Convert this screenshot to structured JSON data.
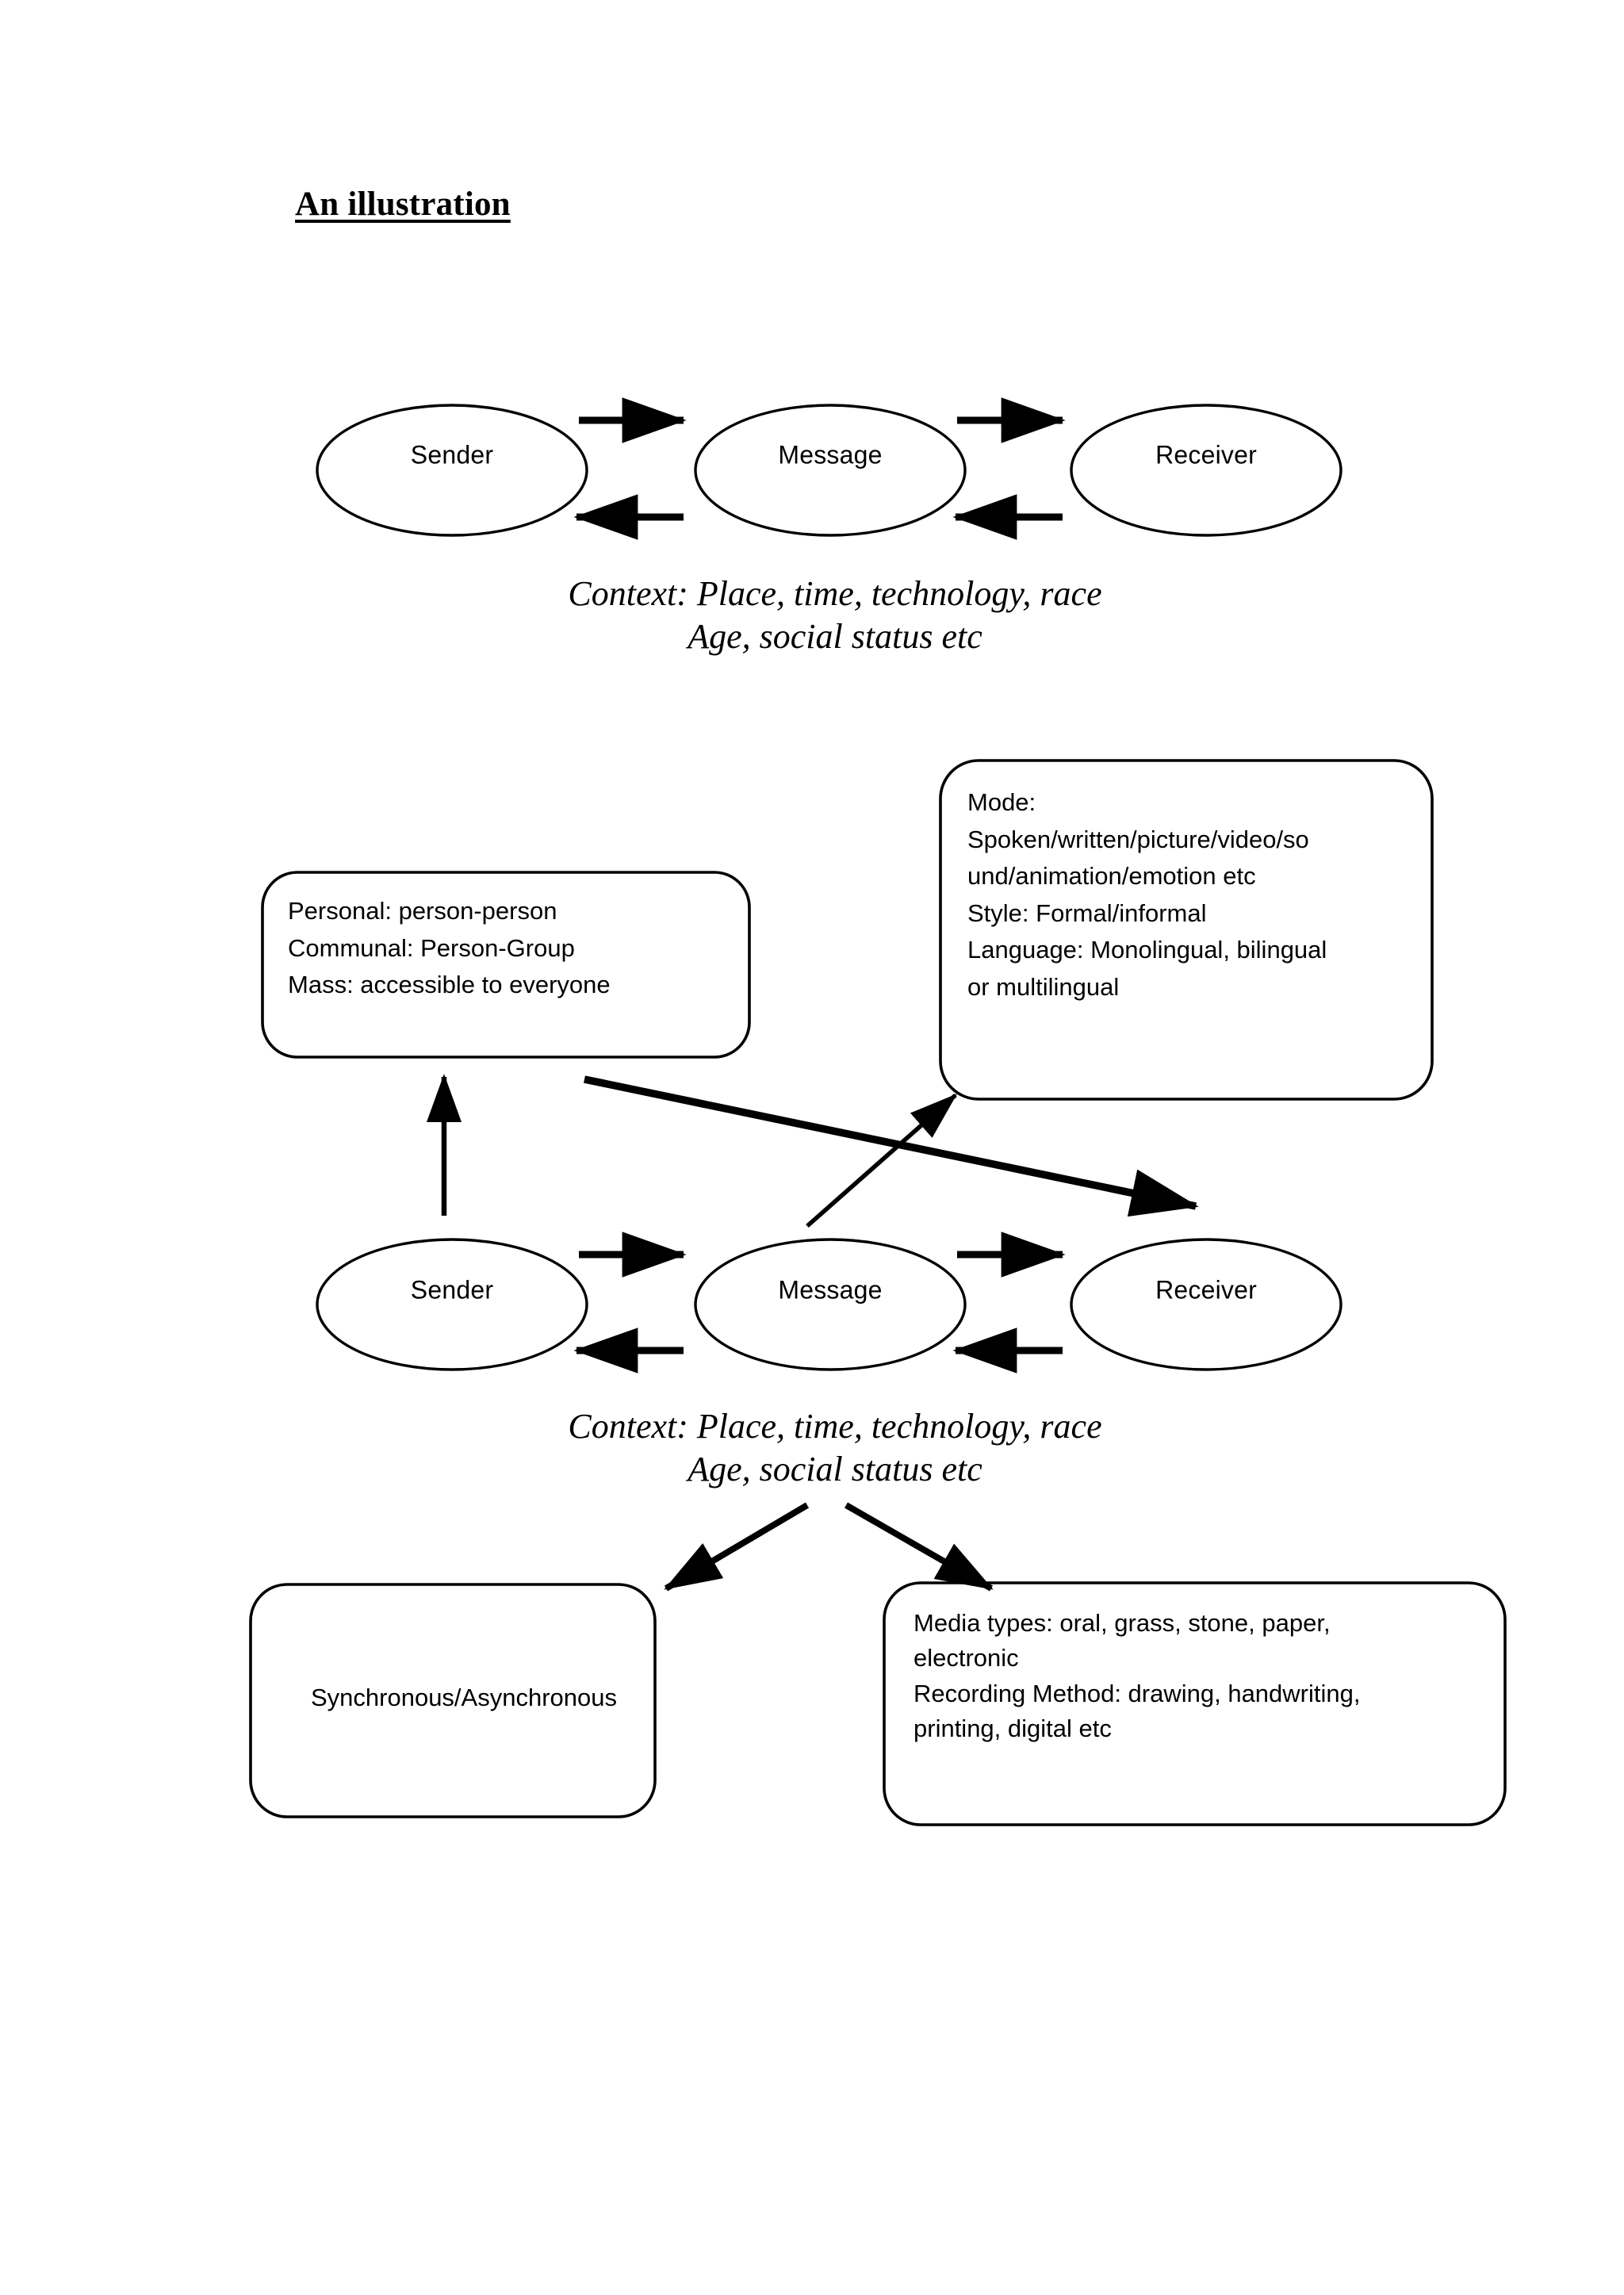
{
  "document": {
    "title": "An illustration"
  },
  "diagram_top": {
    "nodes": [
      {
        "id": "sender",
        "label": "Sender"
      },
      {
        "id": "message",
        "label": "Message"
      },
      {
        "id": "receiver",
        "label": "Receiver"
      }
    ],
    "caption": {
      "line1": "Context: Place, time, technology, race",
      "line2": "Age, social status etc"
    }
  },
  "diagram_bottom": {
    "nodes": [
      {
        "id": "sender",
        "label": "Sender"
      },
      {
        "id": "message",
        "label": "Message"
      },
      {
        "id": "receiver",
        "label": "Receiver"
      }
    ],
    "caption": {
      "line1": "Context: Place, time, technology, race",
      "line2": "Age, social status etc"
    },
    "notes": {
      "participants": {
        "line1": "Personal: person-person",
        "line2": "Communal: Person-Group",
        "line3": "Mass: accessible to everyone"
      },
      "mode": {
        "line1": "Mode:",
        "line2": "Spoken/written/picture/video/so",
        "line3": "und/animation/emotion etc",
        "line4": "Style: Formal/informal",
        "line5": "Language: Monolingual, bilingual",
        "line6": "or multilingual"
      },
      "timing": {
        "line1": "Synchronous/Asynchronous"
      },
      "media": {
        "line1": "Media types: oral, grass, stone, paper,",
        "line2": "electronic",
        "line3": "Recording Method: drawing, handwriting,",
        "line4": "printing, digital etc"
      }
    }
  },
  "colors": {
    "stroke": "#000000",
    "background": "#ffffff",
    "text": "#000000"
  }
}
